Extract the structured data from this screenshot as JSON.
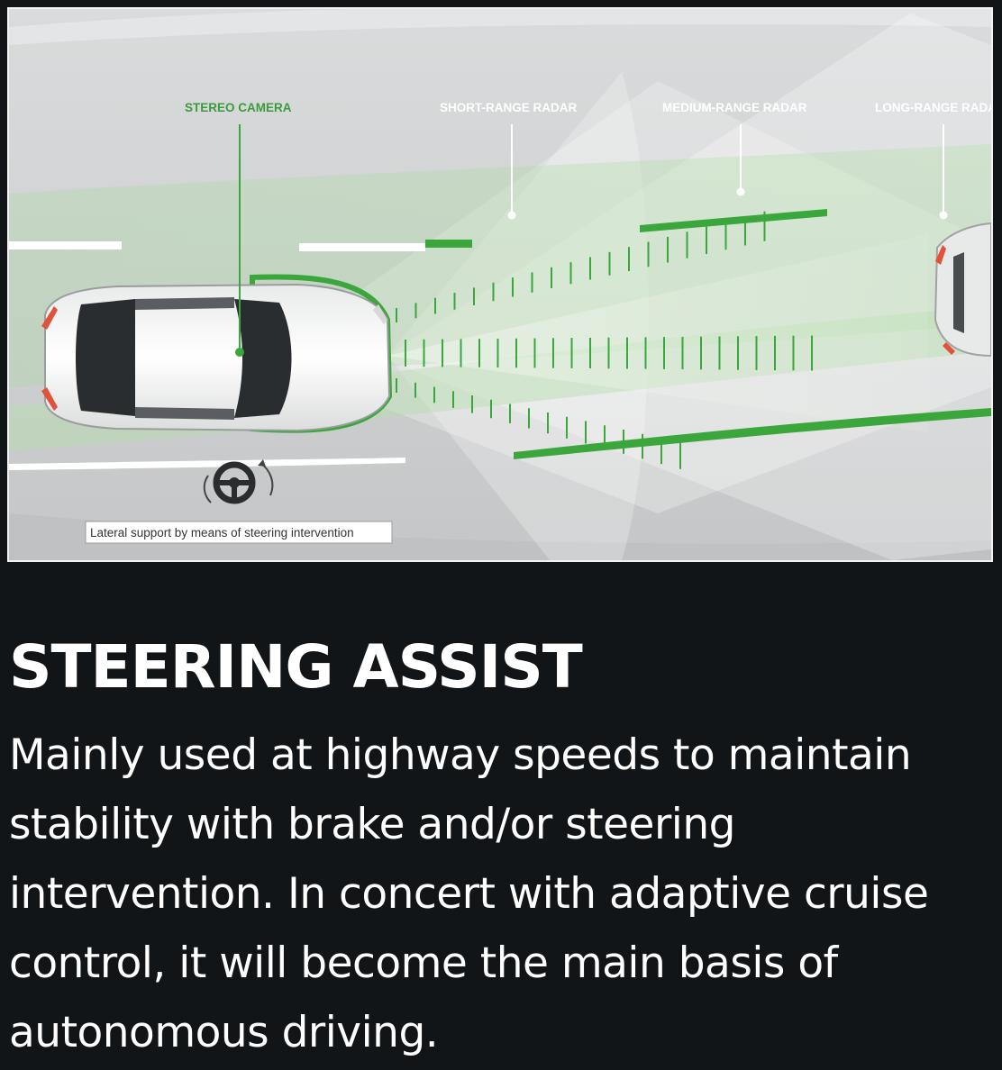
{
  "figure": {
    "labels": {
      "stereo_camera": "STEREO CAMERA",
      "short_range_radar": "SHORT-RANGE RADAR",
      "medium_range_radar": "MEDIUM-RANGE RADAR",
      "long_range_radar": "LONG-RANGE RADAR"
    },
    "caption": "Lateral support by means of steering intervention",
    "colors": {
      "accent_green": "#3aa63c",
      "label_green": "#3c9b3c",
      "label_white": "#ffffff",
      "brake_light": "#e0523a"
    },
    "icons": [
      "steering-wheel-icon"
    ]
  },
  "article": {
    "title": "STEERING ASSIST",
    "body": "Mainly used at highway speeds to maintain stability with brake and/or steering intervention. In concert with adaptive cruise control, it will become the main basis of autonomous driving."
  }
}
